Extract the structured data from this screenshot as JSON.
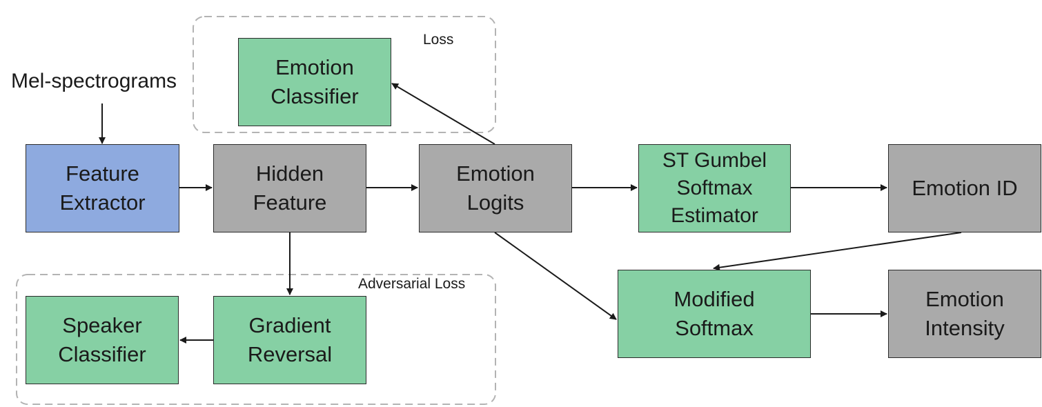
{
  "colors": {
    "feature_extractor": "#8eaadf",
    "classifier": "#86d0a4",
    "intermediate": "#aaaaaa",
    "border": "#2a2a2a",
    "group_border": "#b3b3b3",
    "arrow": "#1a1a1a"
  },
  "input_label": "Mel-spectrograms",
  "groups": {
    "loss_label": "Loss",
    "adversarial_label": "Adversarial Loss"
  },
  "nodes": {
    "feature_extractor": "Feature\nExtractor",
    "hidden_feature": "Hidden\nFeature",
    "emotion_logits": "Emotion\nLogits",
    "st_gumbel": "ST Gumbel\nSoftmax\nEstimator",
    "emotion_id": "Emotion ID",
    "emotion_classifier": "Emotion\nClassifier",
    "modified_softmax": "Modified\nSoftmax",
    "emotion_intensity": "Emotion\nIntensity",
    "gradient_reversal": "Gradient\nReversal",
    "speaker_classifier": "Speaker\nClassifier"
  }
}
